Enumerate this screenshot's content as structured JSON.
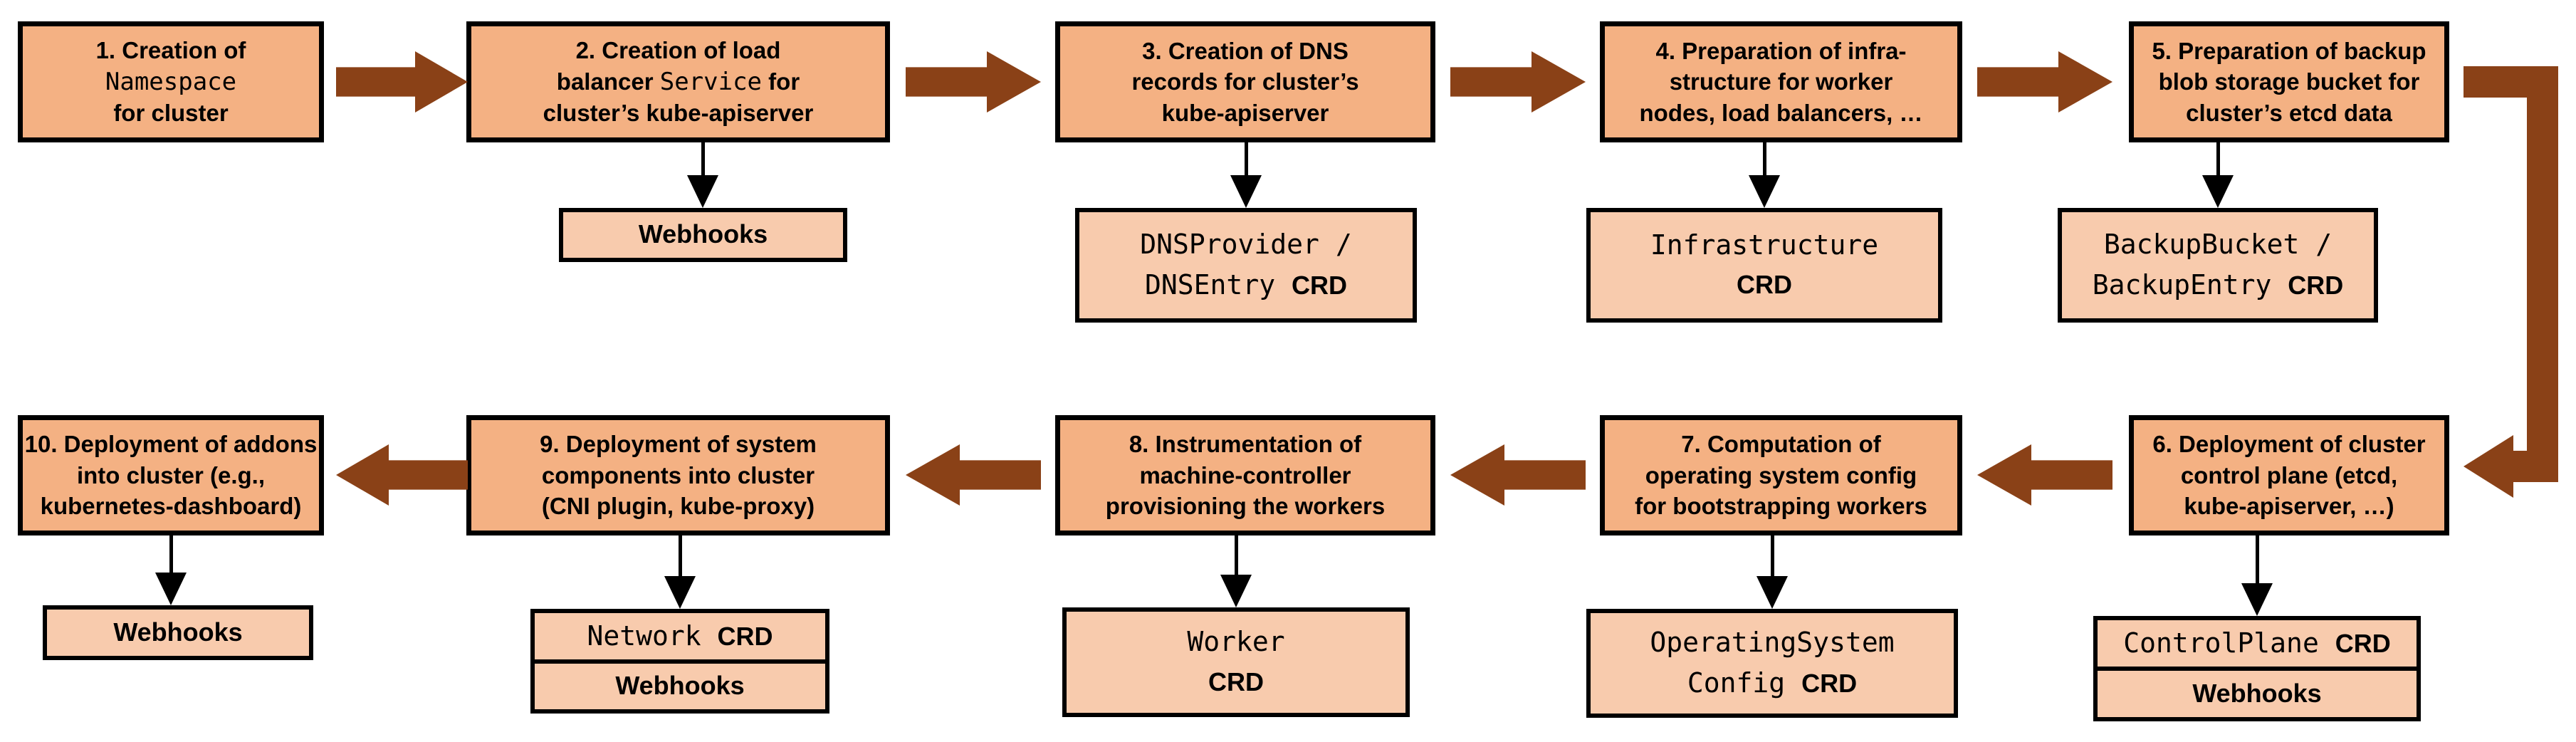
{
  "colors": {
    "main_fill": "#F4B183",
    "sub_fill": "#F8CBAD",
    "arrow_brown": "#8A4117",
    "border_black": "#000000"
  },
  "flow": {
    "steps": [
      {
        "id": "1",
        "main_lines": [
          [
            {
              "f": "b",
              "t": "1. Creation of"
            }
          ],
          [
            {
              "f": "m",
              "t": "Namespace"
            }
          ],
          [
            {
              "f": "b",
              "t": "for cluster"
            }
          ]
        ],
        "subs": []
      },
      {
        "id": "2",
        "main_lines": [
          [
            {
              "f": "b",
              "t": "2. Creation of load"
            }
          ],
          [
            {
              "f": "b",
              "t": "balancer "
            },
            {
              "f": "m",
              "t": "Service"
            },
            {
              "f": "b",
              "t": " for"
            }
          ],
          [
            {
              "f": "b",
              "t": "cluster’s kube-apiserver"
            }
          ]
        ],
        "subs": [
          {
            "lines": [
              [
                {
                  "f": "b",
                  "t": "Webhooks"
                }
              ]
            ]
          }
        ]
      },
      {
        "id": "3",
        "main_lines": [
          [
            {
              "f": "b",
              "t": "3. Creation of DNS"
            }
          ],
          [
            {
              "f": "b",
              "t": "records for cluster’s"
            }
          ],
          [
            {
              "f": "b",
              "t": "kube-apiserver"
            }
          ]
        ],
        "subs": [
          {
            "lines": [
              [
                {
                  "f": "m",
                  "t": "DNSProvider /"
                }
              ],
              [
                {
                  "f": "m",
                  "t": "DNSEntry "
                },
                {
                  "f": "b",
                  "t": "CRD"
                }
              ]
            ]
          }
        ]
      },
      {
        "id": "4",
        "main_lines": [
          [
            {
              "f": "b",
              "t": "4. Preparation of infra-"
            }
          ],
          [
            {
              "f": "b",
              "t": "structure for worker"
            }
          ],
          [
            {
              "f": "b",
              "t": "nodes, load balancers, …"
            }
          ]
        ],
        "subs": [
          {
            "lines": [
              [
                {
                  "f": "m",
                  "t": "Infrastructure"
                }
              ],
              [
                {
                  "f": "b",
                  "t": "CRD"
                }
              ]
            ]
          }
        ]
      },
      {
        "id": "5",
        "main_lines": [
          [
            {
              "f": "b",
              "t": "5. Preparation of backup"
            }
          ],
          [
            {
              "f": "b",
              "t": "blob storage bucket for"
            }
          ],
          [
            {
              "f": "b",
              "t": "cluster’s etcd data"
            }
          ]
        ],
        "subs": [
          {
            "lines": [
              [
                {
                  "f": "m",
                  "t": "BackupBucket /"
                }
              ],
              [
                {
                  "f": "m",
                  "t": "BackupEntry "
                },
                {
                  "f": "b",
                  "t": "CRD"
                }
              ]
            ]
          }
        ]
      },
      {
        "id": "6",
        "main_lines": [
          [
            {
              "f": "b",
              "t": "6. Deployment of cluster"
            }
          ],
          [
            {
              "f": "b",
              "t": "control plane (etcd,"
            }
          ],
          [
            {
              "f": "b",
              "t": "kube-apiserver, …)"
            }
          ]
        ],
        "subs": [
          {
            "lines": [
              [
                {
                  "f": "m",
                  "t": "ControlPlane "
                },
                {
                  "f": "b",
                  "t": "CRD"
                }
              ]
            ]
          },
          {
            "lines": [
              [
                {
                  "f": "b",
                  "t": "Webhooks"
                }
              ]
            ]
          }
        ]
      },
      {
        "id": "7",
        "main_lines": [
          [
            {
              "f": "b",
              "t": "7. Computation of"
            }
          ],
          [
            {
              "f": "b",
              "t": "operating system config"
            }
          ],
          [
            {
              "f": "b",
              "t": "for bootstrapping workers"
            }
          ]
        ],
        "subs": [
          {
            "lines": [
              [
                {
                  "f": "m",
                  "t": "OperatingSystem"
                }
              ],
              [
                {
                  "f": "m",
                  "t": "Config "
                },
                {
                  "f": "b",
                  "t": "CRD"
                }
              ]
            ]
          }
        ]
      },
      {
        "id": "8",
        "main_lines": [
          [
            {
              "f": "b",
              "t": "8. Instrumentation of"
            }
          ],
          [
            {
              "f": "b",
              "t": "machine-controller"
            }
          ],
          [
            {
              "f": "b",
              "t": "provisioning the workers"
            }
          ]
        ],
        "subs": [
          {
            "lines": [
              [
                {
                  "f": "m",
                  "t": "Worker"
                }
              ],
              [
                {
                  "f": "b",
                  "t": "CRD"
                }
              ]
            ]
          }
        ]
      },
      {
        "id": "9",
        "main_lines": [
          [
            {
              "f": "b",
              "t": "9. Deployment of system"
            }
          ],
          [
            {
              "f": "b",
              "t": "components into cluster"
            }
          ],
          [
            {
              "f": "b",
              "t": "(CNI plugin, kube-proxy)"
            }
          ]
        ],
        "subs": [
          {
            "lines": [
              [
                {
                  "f": "m",
                  "t": "Network "
                },
                {
                  "f": "b",
                  "t": "CRD"
                }
              ]
            ]
          },
          {
            "lines": [
              [
                {
                  "f": "b",
                  "t": "Webhooks"
                }
              ]
            ]
          }
        ]
      },
      {
        "id": "10",
        "main_lines": [
          [
            {
              "f": "b",
              "t": "10. Deployment of addons"
            }
          ],
          [
            {
              "f": "b",
              "t": "into cluster (e.g.,"
            }
          ],
          [
            {
              "f": "b",
              "t": "kubernetes-dashboard)"
            }
          ]
        ],
        "subs": [
          {
            "lines": [
              [
                {
                  "f": "b",
                  "t": "Webhooks"
                }
              ]
            ]
          }
        ]
      }
    ]
  }
}
